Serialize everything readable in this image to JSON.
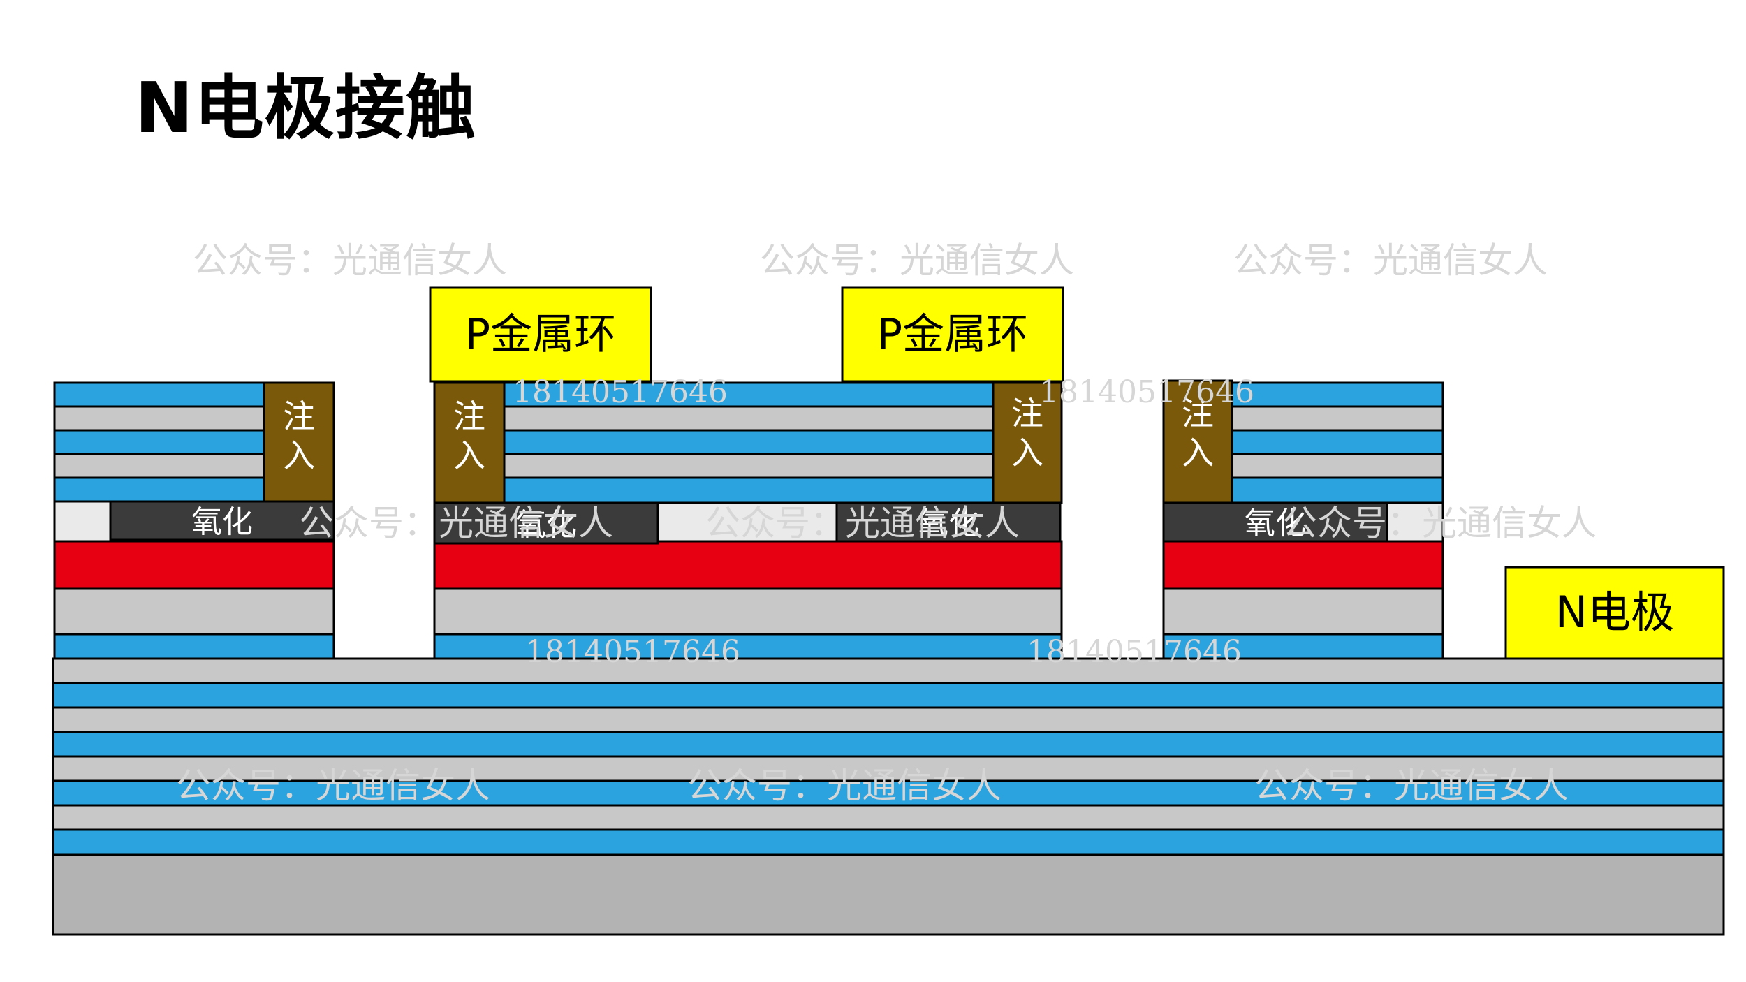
{
  "title": "N电极接触",
  "labels": {
    "p_metal_ring": "P金属环",
    "injection": "注入",
    "oxide": "氧化",
    "n_electrode": "N电极"
  },
  "watermarks": {
    "account": "公众号：光通信女人",
    "phone": "18140517646"
  },
  "colors": {
    "dbr_blue": "#2aa3de",
    "dbr_gray": "#c8c8c8",
    "active_red": "#e60012",
    "oxide_dark": "#3b3b3b",
    "aperture_light": "#eaeaea",
    "injection_brown": "#7a5a0a",
    "metal_yellow": "#ffff00",
    "substrate_gray": "#b3b3b3"
  }
}
